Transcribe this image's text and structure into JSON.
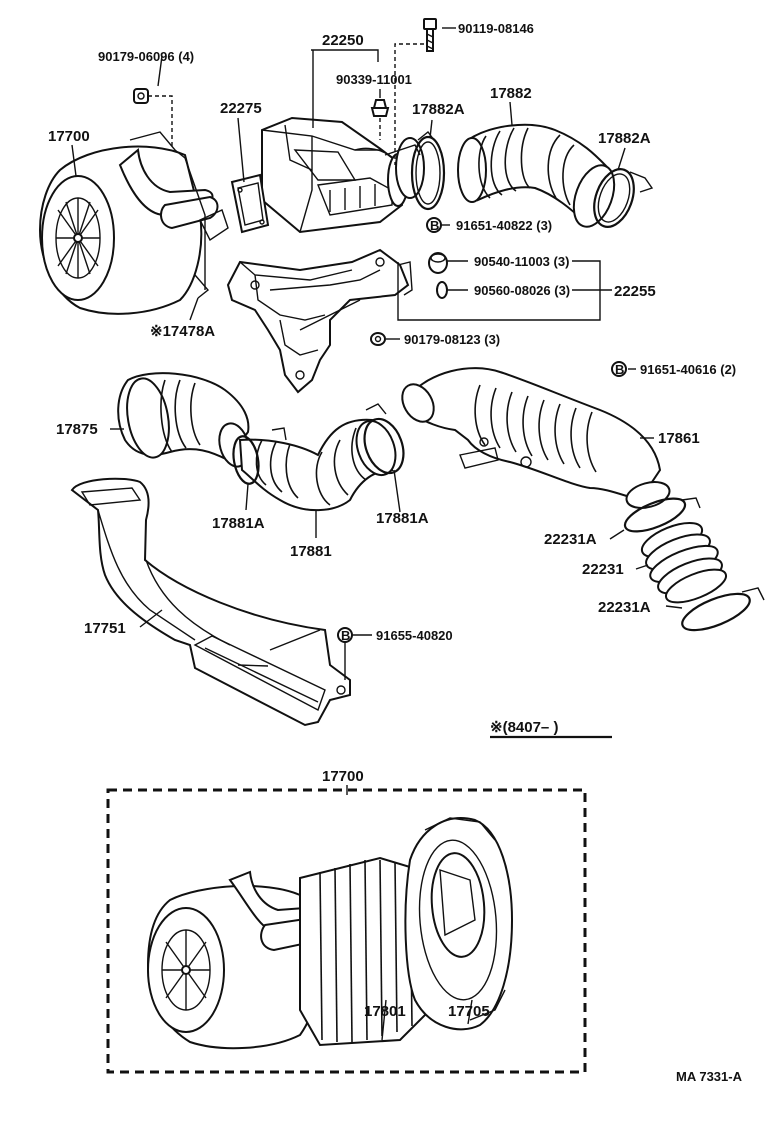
{
  "labels": {
    "p90119_08146": "90119-08146",
    "p22250": "22250",
    "p90179_06096": "90179-06096 (4)",
    "p90339_11001": "90339-11001",
    "p22275": "22275",
    "p17882A_left": "17882A",
    "p17882": "17882",
    "p17882A_right": "17882A",
    "p17700_top": "17700",
    "p91651_40822": "91651-40822 (3)",
    "p90540_11003": "90540-11003 (3)",
    "p90560_08026": "90560-08026 (3)",
    "p22255": "22255",
    "p17478A": "※17478A",
    "p90179_08123": "90179-08123 (3)",
    "p91651_40616": "91651-40616 (2)",
    "p17875": "17875",
    "p17861": "17861",
    "p17881A_left": "17881A",
    "p17881A_right": "17881A",
    "p17881": "17881",
    "p22231A_top": "22231A",
    "p22231": "22231",
    "p22231A_bottom": "22231A",
    "p17751": "17751",
    "p91655_40820": "91655-40820",
    "p8407": "※(8407–       )",
    "p17700_bottom": "17700",
    "p17801": "17801",
    "p17705": "17705",
    "ref": "MA  7331-A"
  },
  "markers": {
    "bolt_symbol": "B"
  }
}
